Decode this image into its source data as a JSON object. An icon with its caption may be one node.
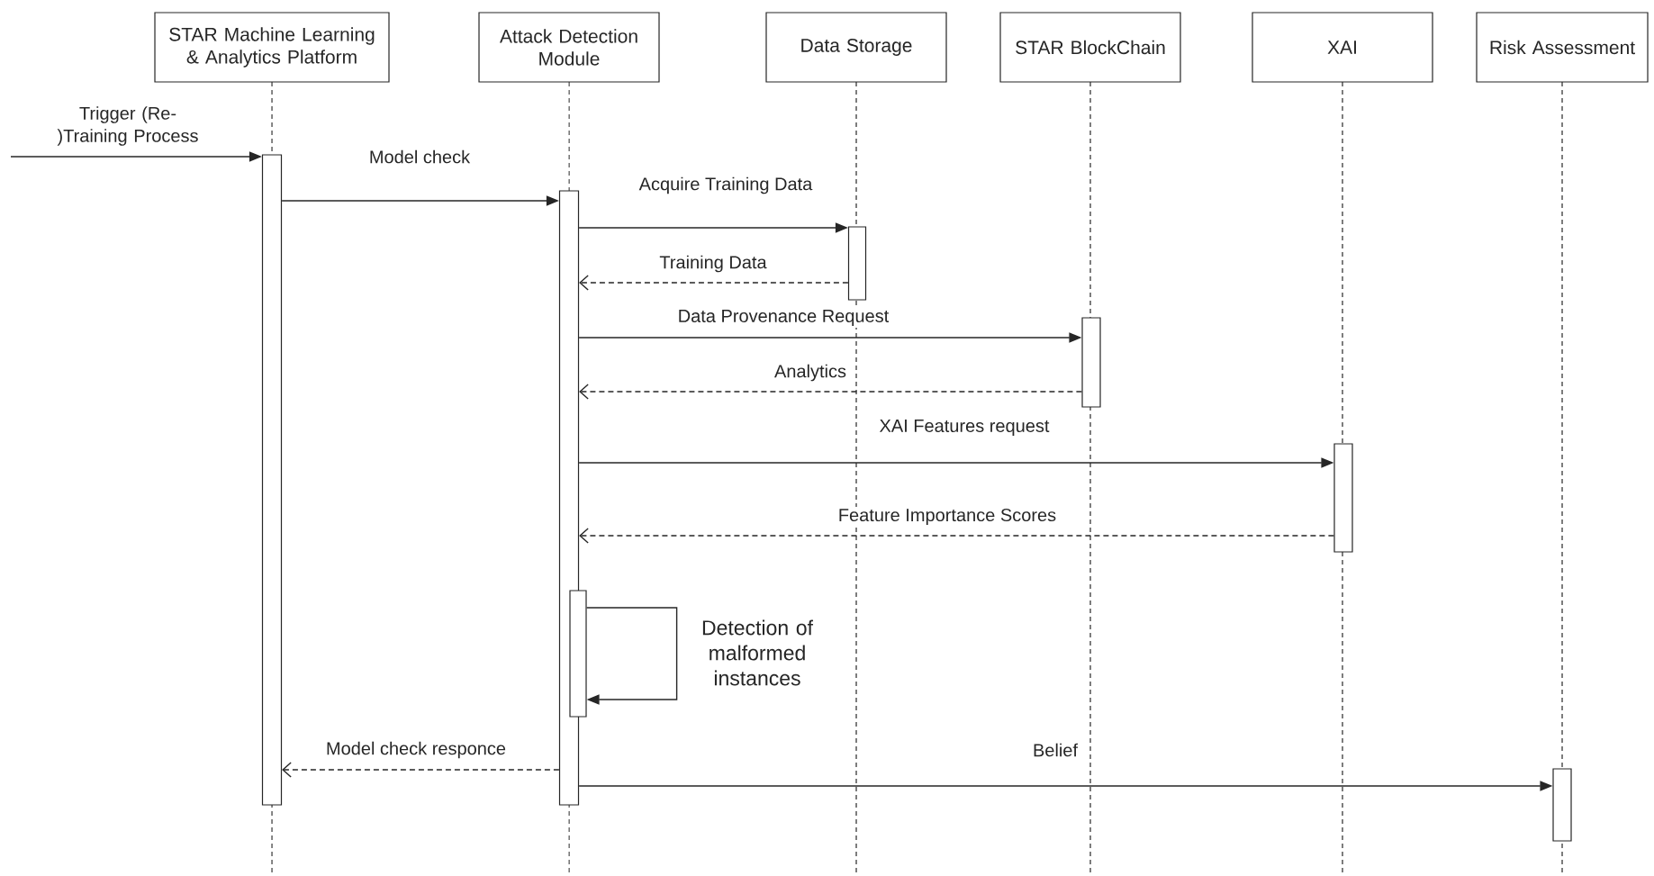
{
  "diagram": {
    "nodes": [
      {
        "text": [
          "STAR Machine Learning & Analytics Platform"
        ]
      },
      {
        "text": [
          "Attack Detection Module"
        ]
      },
      {
        "text": [
          "Data Storage"
        ]
      },
      {
        "text": [
          "STAR BlockChain"
        ]
      },
      {
        "text": [
          "XAI"
        ]
      },
      {
        "text": [
          "Risk Assessment"
        ]
      },
      {
        "text": [],
        "shape": "bar"
      },
      {
        "text": [],
        "shape": "bar"
      },
      {
        "text": [],
        "shape": "bar"
      },
      {
        "text": [],
        "shape": "bar"
      },
      {
        "text": [],
        "shape": "bar"
      },
      {
        "text": [],
        "shape": "bar"
      },
      {
        "text": [],
        "shape": "bar"
      }
    ],
    "edges": [
      {
        "from": null,
        "to": 6,
        "arrow": "to",
        "label": "Trigger (Re-)Training Process"
      },
      {
        "from": 6,
        "to": 7,
        "arrow": "to",
        "label": "Model check"
      },
      {
        "from": 7,
        "to": 9,
        "arrow": "to",
        "label": "Acquire Training Data"
      },
      {
        "from": 9,
        "to": 7,
        "arrow": "to",
        "label": "Training Data",
        "style": "dashed"
      },
      {
        "from": 7,
        "to": 10,
        "arrow": "to",
        "label": "Data Provenance Request"
      },
      {
        "from": 10,
        "to": 7,
        "arrow": "to",
        "label": "Analytics",
        "style": "dashed"
      },
      {
        "from": 7,
        "to": 11,
        "arrow": "to",
        "label": "XAI Features request"
      },
      {
        "from": 11,
        "to": 7,
        "arrow": "to",
        "label": "Feature Importance Scores",
        "style": "dashed"
      },
      {
        "from": 8,
        "to": 8,
        "arrow": "to",
        "label": "Detection of malformed instances"
      },
      {
        "from": 7,
        "to": 6,
        "arrow": "to",
        "label": "Model check responce",
        "style": "dashed"
      },
      {
        "from": 7,
        "to": 12,
        "arrow": "to",
        "label": "Belief"
      }
    ]
  }
}
